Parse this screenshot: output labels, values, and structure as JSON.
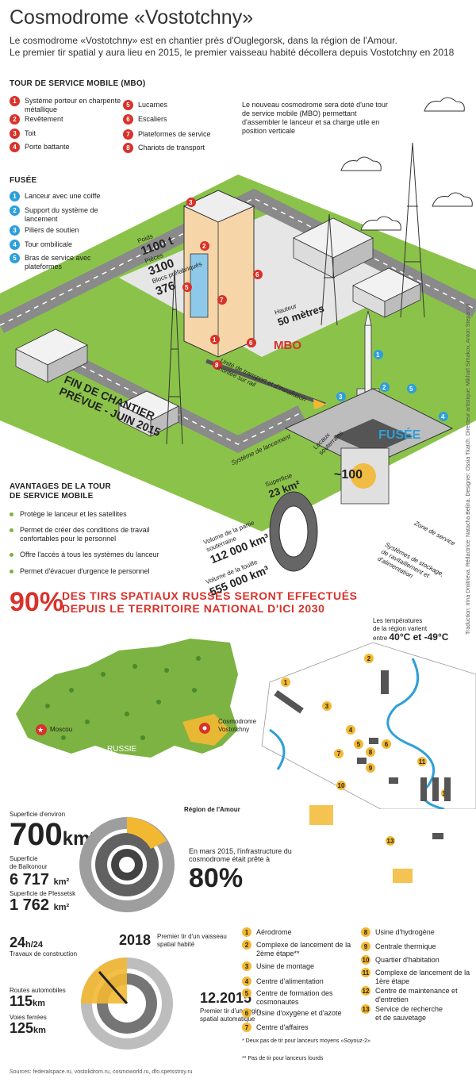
{
  "header": {
    "title": "Cosmodrome «Vostotchny»",
    "intro_line1": "Le cosmodrome «Vostotchny» est en chantier près d'Ouglegorsk, dans la région de l'Amour.",
    "intro_line2": "Le premier tir spatial y aura lieu en 2015, le premier vaisseau habité décollera depuis Vostotchny en 2018"
  },
  "mbo_legend": {
    "heading": "TOUR DE SERVICE MOBILE (MBO)",
    "items": [
      {
        "n": "1",
        "label": "Système porteur en charpente\nmétallique"
      },
      {
        "n": "2",
        "label": "Revêtement"
      },
      {
        "n": "3",
        "label": "Toit"
      },
      {
        "n": "4",
        "label": "Porte battante"
      },
      {
        "n": "5",
        "label": "Lucarnes"
      },
      {
        "n": "6",
        "label": "Escaliers"
      },
      {
        "n": "7",
        "label": "Plateformes de service"
      },
      {
        "n": "8",
        "label": "Chariots de transport"
      }
    ]
  },
  "fusee_legend": {
    "heading": "FUSÉE",
    "items": [
      {
        "n": "1",
        "label": "Lanceur avec une coiffe"
      },
      {
        "n": "2",
        "label": "Support du système de\nlancement"
      },
      {
        "n": "3",
        "label": "Piliers de soutien"
      },
      {
        "n": "4",
        "label": "Tour ombilicale"
      },
      {
        "n": "5",
        "label": "Bras de service avec\nplateformes"
      }
    ]
  },
  "scene": {
    "mbo_note": "Le nouveau cosmodrome sera doté d'une tour de service mobile (MBO) permettant d'assembler le lanceur et sa charge utile en position verticale",
    "poids_label": "Poids",
    "poids_value": "1100 t",
    "pieces_label": "Pièces",
    "pieces_value": "3100",
    "blocs_label": "Blocs préfabriqués",
    "blocs_value": "376",
    "hauteur_label": "Hauteur",
    "hauteur_value": "50 mètres",
    "mbo_tag": "MBO",
    "fusee_tag": "FUSÉE",
    "fin_chantier": "FIN DE CHANTIER\nPRÉVUE - JUIN 2015",
    "transport": "Unité de transport et d'installation\nmontée sur rail",
    "systeme_lancement": "Système de lancement",
    "superficie_label": "Superficie",
    "superficie_value": "23 km²",
    "locaux_label": "Locaux\nsouterrains",
    "locaux_value": "~100",
    "volume_sout_label": "Volume de la partie\nsouterraine",
    "volume_sout_value": "112 000 km³",
    "volume_fouille_label": "Volume de la fouille",
    "volume_fouille_value": "555 000 km³",
    "zone_service": "Zone de service",
    "stockage": "Systèmes de stockage,\nde ravitaillement et\nd'alimentation",
    "credits": "Traduction: Irina Dmitrieva. Rédactrice: Natacha Belina. Designer: Ossia Tkatch. Directeur artistique: Mikhaïl Simakov, Anton Stepanov"
  },
  "avantages": {
    "heading": "AVANTAGES DE LA TOUR\nDE SERVICE MOBILE",
    "items": [
      "Protège le lanceur et les satellites",
      "Permet de créer des conditions de travail\nconfortables pour le personnel",
      "Offre l'accès à tous les systèmes du lanceur",
      "Permet d'évacuer d'urgence le personnel"
    ]
  },
  "stat90": {
    "value": "90%",
    "text": "DES TIRS SPATIAUX RUSSES SERONT EFFECTUÉS\nDEPUIS LE TERRITOIRE NATIONAL D'ICI 2030"
  },
  "map": {
    "moscou": "Moscou",
    "russie": "RUSSIE",
    "cosmodrome": "Cosmodrome\nVostotchny",
    "region": "Région de l'Amour"
  },
  "temps": {
    "line1": "Les températures",
    "line2": "de la région varient",
    "entre": "entre",
    "range": "40°C et -49°C"
  },
  "area": {
    "label": "Superficie d'environ",
    "value": "700",
    "unit": "km²",
    "baikonour_label": "Superficie\nde Baïkonour",
    "baikonour_value": "6 717",
    "baikonour_unit": "km²",
    "plessetsk_label": "Superficie de Plessetsk",
    "plessetsk_value": "1 762",
    "plessetsk_unit": "km²"
  },
  "ready": {
    "text": "En mars 2015, l'infrastructure du\ncosmodrome était prête à",
    "value": "80%"
  },
  "works": {
    "hours": "24",
    "hours_unit": "h/24",
    "hours_label": "Travaux de construction",
    "y2018": "2018",
    "y2018_label": "Premier tir d'un vaisseau\nspatial habité",
    "routes_label": "Routes automobiles",
    "routes_value": "115",
    "routes_unit": "km",
    "voies_label": "Voies ferrées",
    "voies_value": "125",
    "voies_unit": "km",
    "date2015": "12.2015",
    "date2015_label": "Premier tir d'un engin\nspatial automatique"
  },
  "facilities": {
    "items": [
      {
        "n": "1",
        "label": "Aérodrome"
      },
      {
        "n": "2",
        "label": "Complexe de lancement de la\n2ème étape**"
      },
      {
        "n": "3",
        "label": "Usine de montage"
      },
      {
        "n": "4",
        "label": "Centre d'alimentation"
      },
      {
        "n": "5",
        "label": "Centre de formation des\ncosmonautes"
      },
      {
        "n": "6",
        "label": "Usine d'oxygène et d'azote"
      },
      {
        "n": "7",
        "label": "Centre d'affaires"
      },
      {
        "n": "8",
        "label": "Usine d'hydrogène"
      },
      {
        "n": "9",
        "label": "Centrale thermique"
      },
      {
        "n": "10",
        "label": "Quartier d'habitation"
      },
      {
        "n": "11",
        "label": "Complexe de lancement de la\n1ère étape"
      },
      {
        "n": "12",
        "label": "Centre de maintenance et\nd'entretien"
      },
      {
        "n": "13",
        "label": "Service de recherche\net de sauvetage"
      }
    ],
    "note1": "* Deux pas de tir pour lanceurs moyens «Soyouz-2»",
    "note2": "** Pas de tir pour lanceurs lourds"
  },
  "sources": "Sources: federalspace.ru, vostokdrom.ru, cosmoworld.ru, dfo.spetsstroy.ru",
  "colors": {
    "accent_red": "#d8322b",
    "accent_blue": "#2e9fd9",
    "accent_yellow": "#f3b832",
    "grass": "#7cb342",
    "road": "#8a8a8a"
  }
}
